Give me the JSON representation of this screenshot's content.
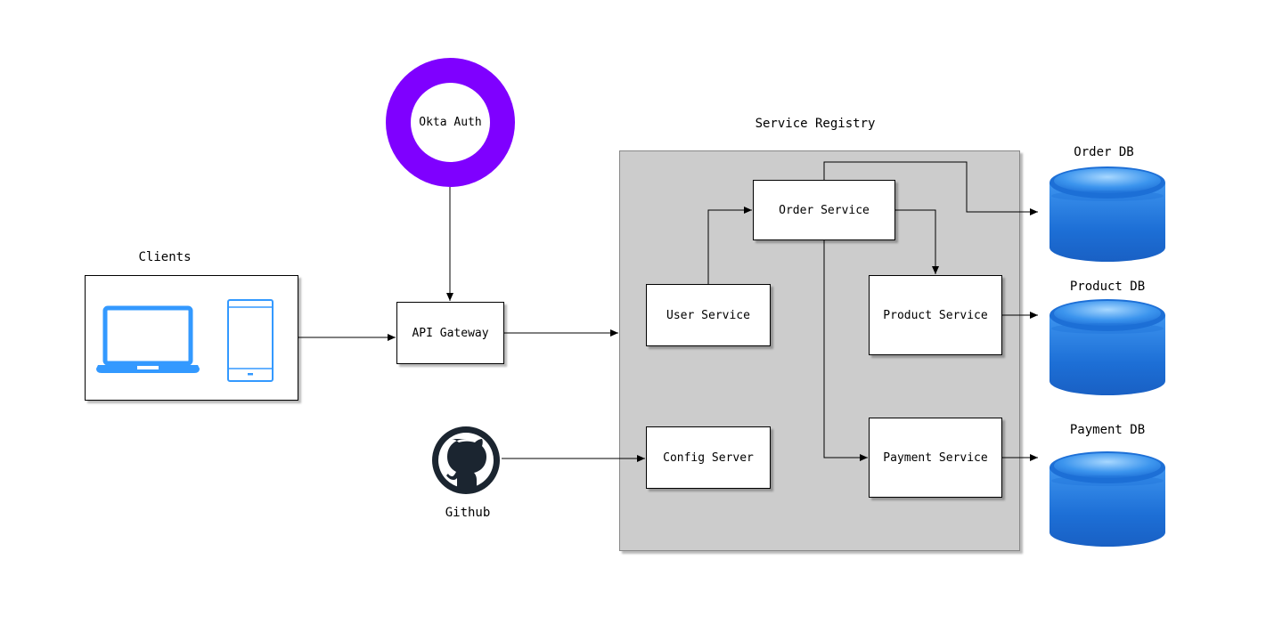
{
  "diagram": {
    "clients": {
      "title": "Clients",
      "laptop_icon": "laptop-icon",
      "phone_icon": "mobile-phone-icon"
    },
    "okta": {
      "label": "Okta Auth",
      "color": "#7f00ff"
    },
    "api_gateway": {
      "label": "API Gateway"
    },
    "github": {
      "label": "Github",
      "icon": "github-icon"
    },
    "service_registry": {
      "title": "Service Registry",
      "color": "#cccccc"
    },
    "services": {
      "order": "Order Service",
      "user": "User Service",
      "product": "Product Service",
      "payment": "Payment Service",
      "config": "Config Server"
    },
    "databases": {
      "order": "Order DB",
      "product": "Product DB",
      "payment": "Payment DB",
      "color": "#1e78dc"
    },
    "device_color": "#3399ff"
  }
}
